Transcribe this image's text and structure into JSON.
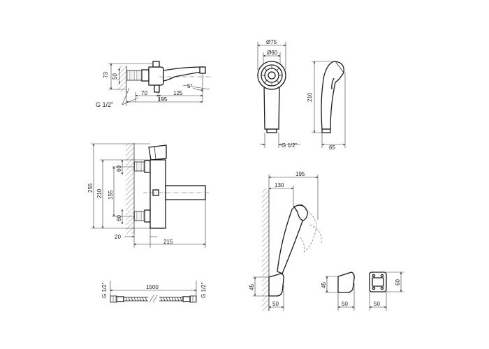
{
  "dims": {
    "spout_height": "73",
    "spout_wall": "50",
    "spout_base": "70",
    "spout_reach": "125",
    "spout_total": "195",
    "spout_angle": "5°",
    "thread_label": "G 1/2\"",
    "head_outer": "Ø75",
    "head_inner": "Ø60",
    "handshower_length": "210",
    "handshower_thread": "G 1/2\"",
    "handshower_width": "65",
    "mixer_height": "255",
    "mixer_inlet_spacing": "210",
    "mixer_body": "155",
    "mixer_top_inlet": "60",
    "mixer_bottom_inlet": "60",
    "mixer_wall_gap": "20",
    "mixer_depth": "215",
    "holder_reach": "195",
    "holder_arm": "130",
    "holder_height": "45",
    "holder_depth": "50",
    "bracket_height": "45",
    "bracket_depth": "50",
    "plate_height": "60",
    "plate_width": "50",
    "hose_length": "1500",
    "hose_left_thread": "G 1/2\"",
    "hose_right_thread": "G 1/2\""
  }
}
